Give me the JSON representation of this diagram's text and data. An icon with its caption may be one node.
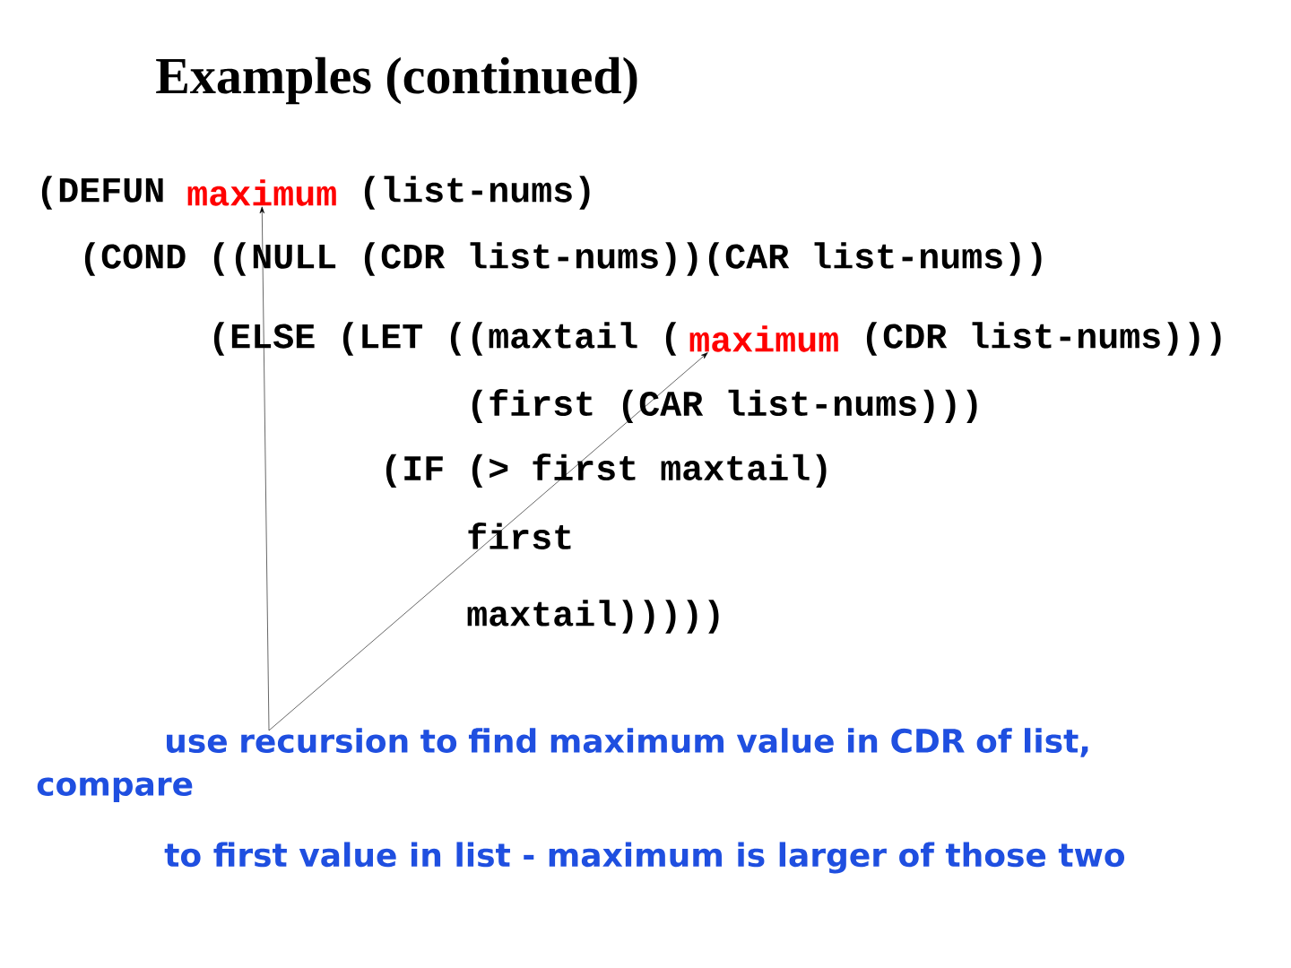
{
  "diagram": {
    "title": "Examples (continued)",
    "nodes": [
      {
        "text": [
          "use recursion to find maximum value in CDR of list, compare"
        ]
      },
      {
        "text": [
          "maximum"
        ]
      },
      {
        "text": [
          "maximum"
        ]
      }
    ],
    "edges": [
      {
        "from": 0,
        "to": 1,
        "arrow": "to"
      },
      {
        "from": 0,
        "to": 2,
        "arrow": "to"
      }
    ],
    "labels": [
      "(DEFUN",
      "(list-nums)",
      "(COND ((NULL (CDR list-nums))(CAR list-nums))",
      "(ELSE (LET ((maxtail (",
      "(CDR list-nums)))",
      "(first (CAR list-nums)))",
      "(IF (> first maxtail)",
      "first",
      "maxtail)))))",
      "to first value in list - maximum is larger of those two"
    ]
  }
}
